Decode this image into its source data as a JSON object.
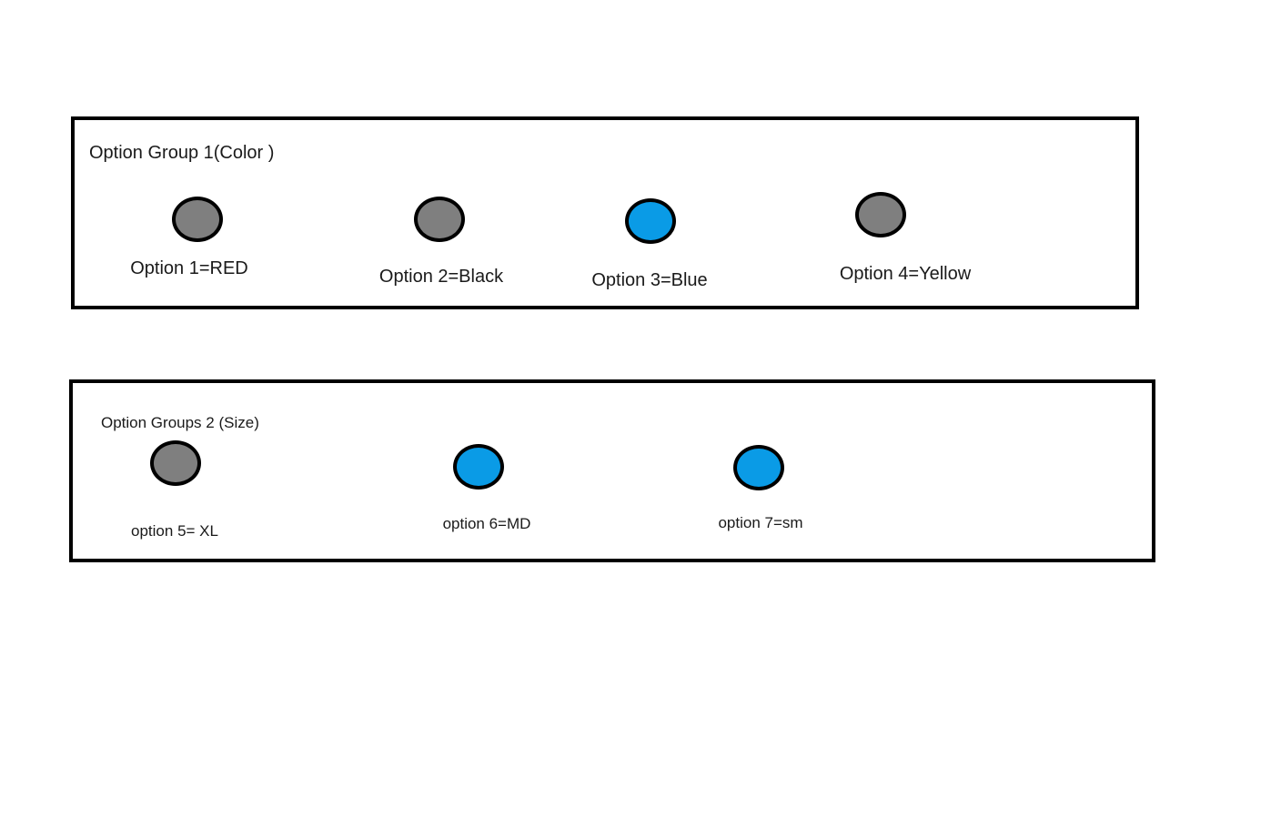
{
  "colors": {
    "border": "#000000",
    "unselected_fill": "#7f7f7f",
    "selected_fill": "#0a9be6",
    "background": "#ffffff"
  },
  "option_groups": [
    {
      "title": "Option Group 1(Color )",
      "options": [
        {
          "label": "Option 1=RED",
          "state": "unselected"
        },
        {
          "label": "Option 2=Black",
          "state": "unselected"
        },
        {
          "label": "Option 3=Blue",
          "state": "selected"
        },
        {
          "label": "Option 4=Yellow",
          "state": "unselected"
        }
      ]
    },
    {
      "title": "Option Groups 2 (Size)",
      "options": [
        {
          "label": "option 5= XL",
          "state": "unselected"
        },
        {
          "label": "option 6=MD",
          "state": "selected"
        },
        {
          "label": "option 7=sm",
          "state": "selected"
        }
      ]
    }
  ]
}
